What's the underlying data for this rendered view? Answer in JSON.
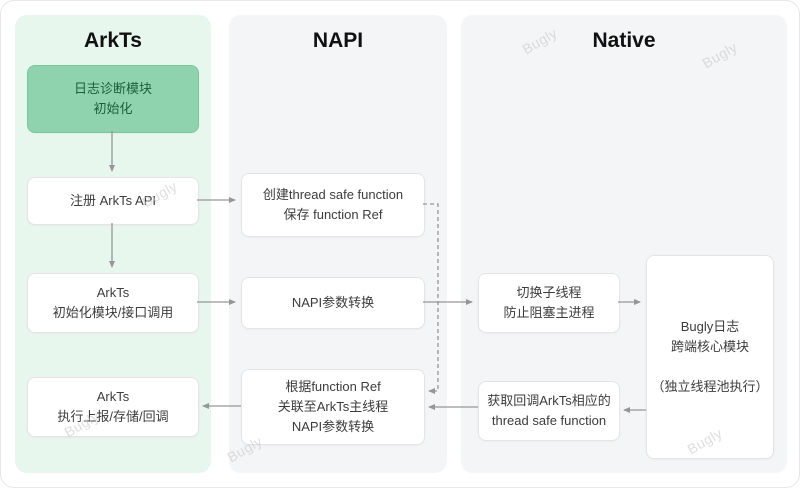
{
  "watermark_text": "Bugly",
  "colors": {
    "arkts_panel": "#e8f7ee",
    "gray_panel": "#f4f5f6",
    "green_box_bg": "#8ed3ae",
    "green_box_border": "#7cc69d",
    "green_box_text": "#1b5e3c",
    "box_border": "#e4e4e6",
    "text": "#3c3c3c",
    "arrow_color": "#969696",
    "watermark": "#c8c8c8"
  },
  "columns": {
    "arkts": {
      "title": "ArkTs"
    },
    "napi": {
      "title": "NAPI"
    },
    "native": {
      "title": "Native"
    }
  },
  "nodes": {
    "log_init": {
      "line1": "日志诊断模块",
      "line2": "初始化"
    },
    "register_api": {
      "line1": "注册 ArkTs API"
    },
    "arkts_init": {
      "line1": "ArkTs",
      "line2": "初始化模块/接口调用"
    },
    "arkts_exec": {
      "line1": "ArkTs",
      "line2": "执行上报/存储/回调"
    },
    "create_tsf": {
      "line1": "创建thread safe function",
      "line2": "保存 function Ref"
    },
    "napi_convert": {
      "line1": "NAPI参数转换"
    },
    "ref_link": {
      "line1": "根据function Ref",
      "line2": "关联至ArkTs主线程",
      "line3": "NAPI参数转换"
    },
    "switch_thread": {
      "line1": "切换子线程",
      "line2": "防止阻塞主进程"
    },
    "get_tsf": {
      "line1": "获取回调ArkTs相应的",
      "line2": "thread safe function"
    },
    "bugly_core": {
      "line1": "Bugly日志",
      "line2": "跨端核心模块",
      "line3": "（独立线程池执行）"
    }
  }
}
